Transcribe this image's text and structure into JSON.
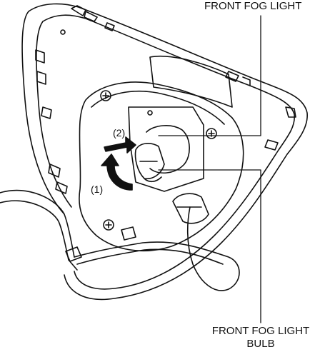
{
  "labels": {
    "front_fog_light": "FRONT FOG LIGHT",
    "front_fog_light_bulb_line1": "FRONT FOG LIGHT",
    "front_fog_light_bulb_line2": "BULB"
  },
  "steps": {
    "step_1": "(1)",
    "step_2": "(2)"
  },
  "colors": {
    "line": "#111111",
    "arrow_fill": "#111111",
    "background": "#ffffff"
  }
}
